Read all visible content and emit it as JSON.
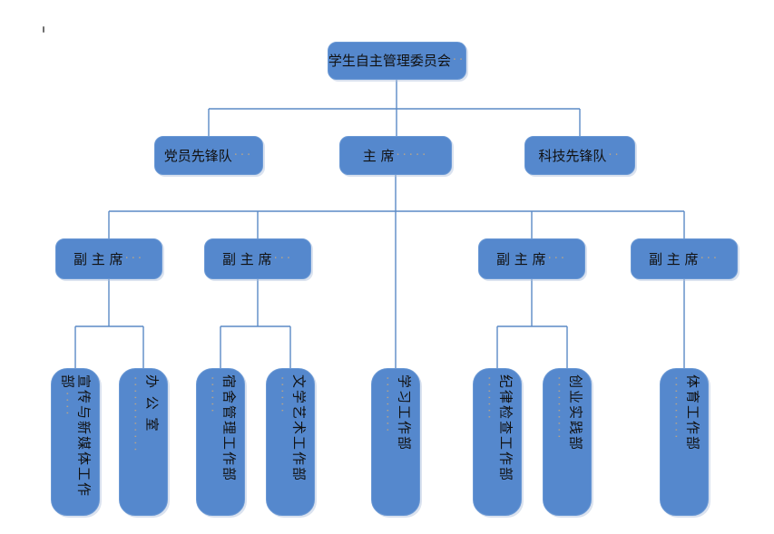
{
  "colors": {
    "box_fill": "#5588CD",
    "box_border": "#6A98D4",
    "connector": "#5B8AC6",
    "text": "#111111",
    "dots": "#B5A48C",
    "stray_mark": "#6E6E6E"
  },
  "chart": {
    "type": "org-chart",
    "root": {
      "label": "学生自主管理委员会",
      "dots": "··"
    },
    "level2": [
      {
        "label": "党员先锋队",
        "dots": "···"
      },
      {
        "label": "主 席",
        "dots": "·····"
      },
      {
        "label": "科技先锋队",
        "dots": "··"
      }
    ],
    "level3": [
      {
        "label": "副 主 席",
        "dots": "···"
      },
      {
        "label": "副 主 席",
        "dots": "···"
      },
      {
        "label": "副 主 席",
        "dots": "···"
      },
      {
        "label": "副 主 席",
        "dots": "···"
      }
    ],
    "level4": [
      {
        "label": "宣传与新媒体工作部",
        "dots": "····"
      },
      {
        "label": "办 公 室",
        "dots": "············"
      },
      {
        "label": "宿舍管理工作部",
        "dots": "······"
      },
      {
        "label": "文学艺术工作部",
        "dots": "······"
      },
      {
        "label": "学习工作部",
        "dots": "·········"
      },
      {
        "label": "纪律检查工作部",
        "dots": "·······"
      },
      {
        "label": "创业实践部",
        "dots": "··········"
      },
      {
        "label": "体育工作部",
        "dots": "··········"
      }
    ]
  }
}
